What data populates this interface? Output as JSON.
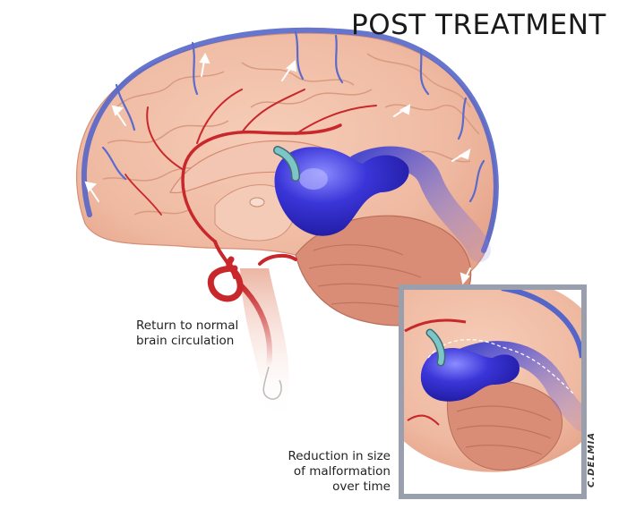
{
  "figure": {
    "title": "POST TREATMENT",
    "labels": {
      "return_line1": "Return to normal",
      "return_line2": "brain circulation",
      "reduction_line1": "Reduction in size",
      "reduction_line2": "of malformation",
      "reduction_line3": "over time"
    },
    "artist_signature": "C.DELMIA"
  },
  "colors": {
    "brain": "#efb9a1",
    "brain_shadow": "#e0a087",
    "cerebellum": "#d98d77",
    "artery": "#c8282b",
    "vein": "#4f5fc4",
    "malformation": "#2f2bd0",
    "clip": "#7cc6c8",
    "inset_border": "#8a8f9c"
  },
  "icons": [
    "upward-flow-arrow-icon",
    "vascular-clip-icon"
  ]
}
